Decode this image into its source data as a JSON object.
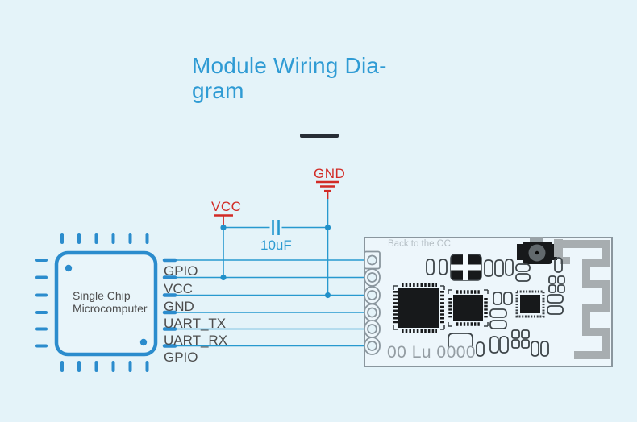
{
  "title": {
    "line1": "Module Wiring Dia-",
    "line2": "gram"
  },
  "colors": {
    "background": "#e4f3f9",
    "title_blue": "#2f9bd4",
    "wire_blue": "#2799cf",
    "chip_blue": "#2b8ccd",
    "net_red": "#d22b26",
    "label_gray": "#4d4d4d",
    "pcb_outline_gray": "#8a969e",
    "component_dark": "#17191b",
    "antenna_gray": "#a7adb0",
    "divider_dark": "#272d36"
  },
  "schematic": {
    "chip": {
      "label_line1": "Single Chip",
      "label_line2": "Microcomputer"
    },
    "power": {
      "vcc_label": "VCC",
      "gnd_label": "GND",
      "capacitor_label": "10uF"
    },
    "wires": [
      {
        "label": "GPIO"
      },
      {
        "label": "VCC"
      },
      {
        "label": "GND"
      },
      {
        "label": "UART_TX"
      },
      {
        "label": "UART_RX"
      },
      {
        "label": "GPIO"
      }
    ]
  },
  "module": {
    "silkscreen_top": "Back to the OC",
    "silkscreen_bottom": "00 Lu 0000"
  }
}
